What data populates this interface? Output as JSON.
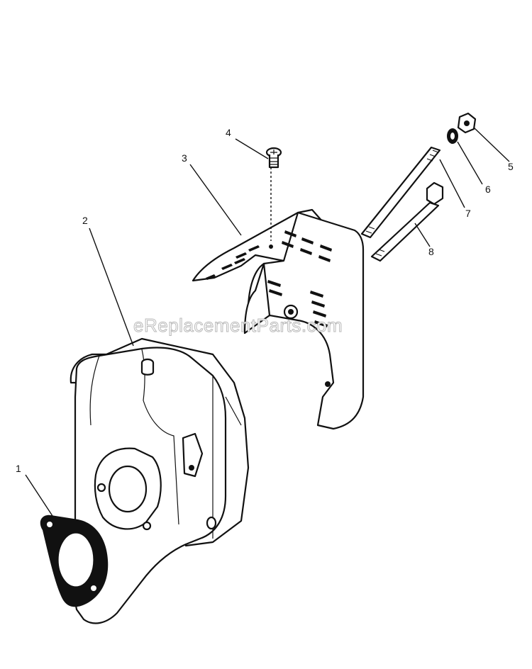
{
  "watermark": "eReplacementParts.com",
  "callouts": {
    "c1": "1",
    "c2": "2",
    "c3": "3",
    "c4": "4",
    "c5": "5",
    "c6": "6",
    "c7": "7",
    "c8": "8"
  }
}
